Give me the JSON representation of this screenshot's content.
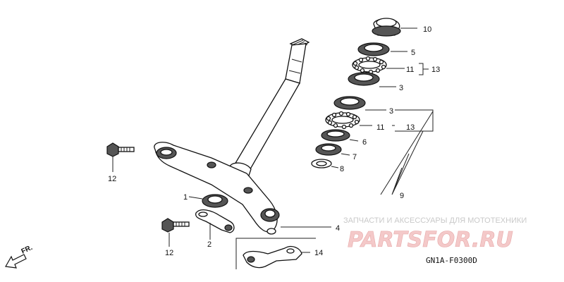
{
  "diagram": {
    "callouts": {
      "p1": "1",
      "p2": "2",
      "p3a": "3",
      "p3b": "3",
      "p4": "4",
      "p5": "5",
      "p6": "6",
      "p7": "7",
      "p8": "8",
      "p9": "9",
      "p10": "10",
      "p11a": "11",
      "p11b": "11",
      "p12a": "12",
      "p12b": "12",
      "p13a": "13",
      "p13b": "13",
      "p14": "14"
    },
    "direction_label": "FR.",
    "figure_code": "GN1A-F0300D"
  },
  "watermark": {
    "top_text": "ЗАПЧАСТИ И АКСЕССУАРЫ ДЛЯ МОТОТЕХНИКИ",
    "brand_text": "PARTSFOR.RU"
  },
  "colors": {
    "line": "#111111",
    "watermark": "#e8a0a0"
  }
}
